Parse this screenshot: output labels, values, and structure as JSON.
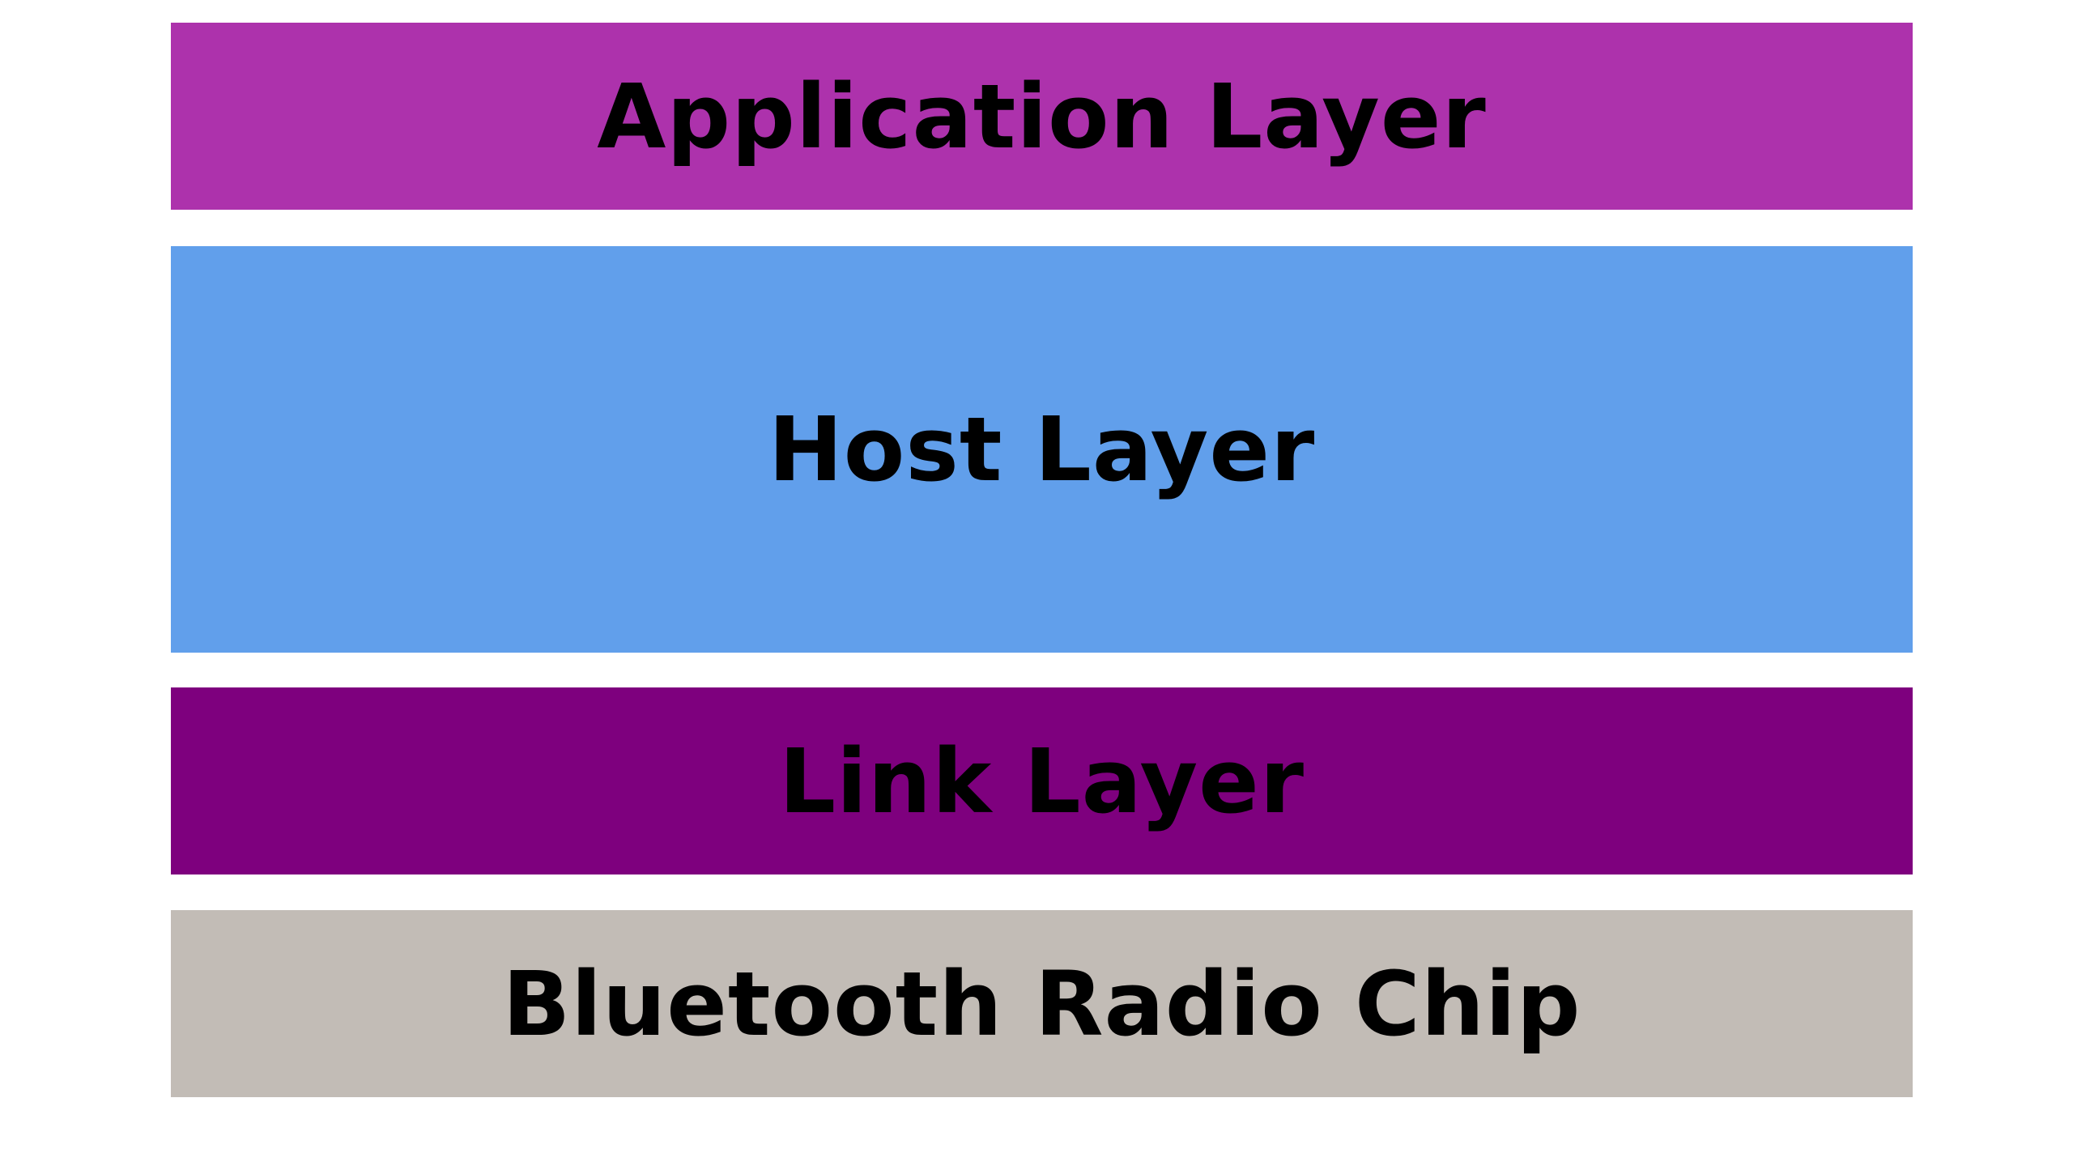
{
  "diagram": {
    "layers": [
      {
        "label": "Application Layer",
        "color": "#AD32AC"
      },
      {
        "label": "Host Layer",
        "color": "#619FEB"
      },
      {
        "label": "Link Layer",
        "color": "#7E007E"
      },
      {
        "label": "Bluetooth Radio Chip",
        "color": "#C2BCB6"
      }
    ]
  }
}
